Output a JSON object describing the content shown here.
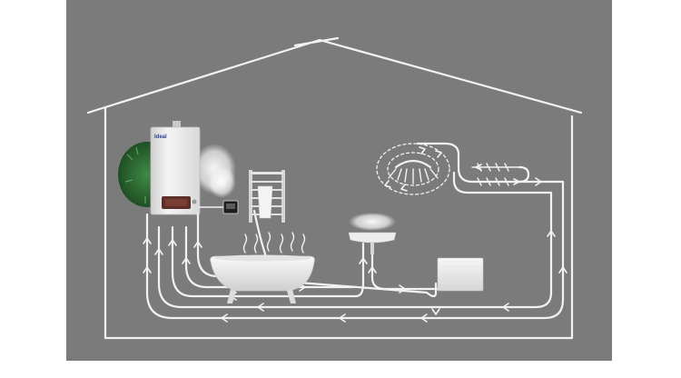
{
  "figure": {
    "logo_text": "Ideal"
  },
  "colors": {
    "background_panel": "#7b7b7b",
    "page_margin": "#ffffff",
    "chalk": "#f2f2f2",
    "boiler_body": "#e8e8e8",
    "bush": "#2f6a33",
    "steam": "#f5f5f5"
  },
  "icons": [
    "house-outline",
    "boiler",
    "bush",
    "steam-cloud",
    "thermostat",
    "towel-rail",
    "bathtub",
    "sink",
    "radiator",
    "shower-head",
    "pipe-arrows"
  ]
}
